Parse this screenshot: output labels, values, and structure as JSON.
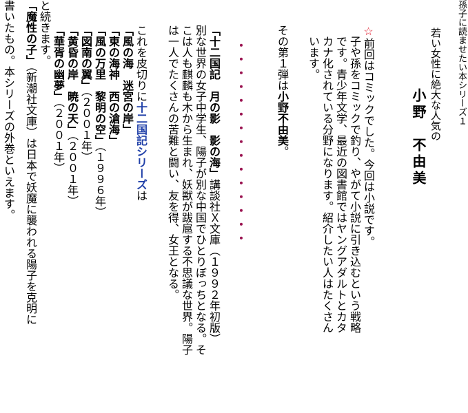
{
  "header": {
    "series_title": "孫子に読ませたい本シリーズ１",
    "lead": "若い女性に絶大な人気の",
    "author": "小野　不由美"
  },
  "intro": {
    "star": "☆",
    "line1": "前回はコミックでした。今回は小説です。",
    "line2": "子や孫をコミックで釣り、やがて小説に引き込むという戦略",
    "line3": "です。青少年文学、最近の図書館ではヤングアダルトとカタ",
    "line4": "カナ化されている分野になります。紹介したい人はたくさん",
    "line5": "います。"
  },
  "first": {
    "prefix": "その第１弾は",
    "name": "小野不由美",
    "suffix": "。"
  },
  "dots": "・・・・・・・・・・・・・・・",
  "main": {
    "title": "「十二国記　月の影　影の海」",
    "line1_rest": "講談社Ｘ文庫（１９９２年初版）",
    "line2": "別な世界の女子中学生、陽子が別な中国でひとりぼっちとなる。そ",
    "line3": "こは人も麒麟も木から生まれ、妖獣が跋扈する不思議な世界。陽子",
    "line4": "は一人でたくさんの苦難と闘い、友を得、女王となる。"
  },
  "continuation": {
    "line1_pre": "これを皮切りに",
    "line1_highlight": "十二国記シリーズ",
    "line1_post": "は",
    "books": [
      {
        "title": "「風の海　迷宮の岸」",
        "year": ""
      },
      {
        "title": "「東の海神　西の滄海」",
        "year": ""
      },
      {
        "title": "「風の万里　黎明の空」",
        "year": "（１９９６年）"
      },
      {
        "title": "「図南の翼」",
        "year": "（２００１年）"
      },
      {
        "title": "「黄昏の岸　暁の天」",
        "year": "（２００１年）"
      },
      {
        "title": "「華胥の幽夢」",
        "year": "（２００１年）"
      }
    ],
    "continues": "と続きます。",
    "last_title": "「魔性の子」",
    "last_rest": "（新潮社文庫）は日本で妖魔に襲われる陽子を克明に",
    "final_line": "書いたもの。本シリーズの外巻といえます。"
  }
}
